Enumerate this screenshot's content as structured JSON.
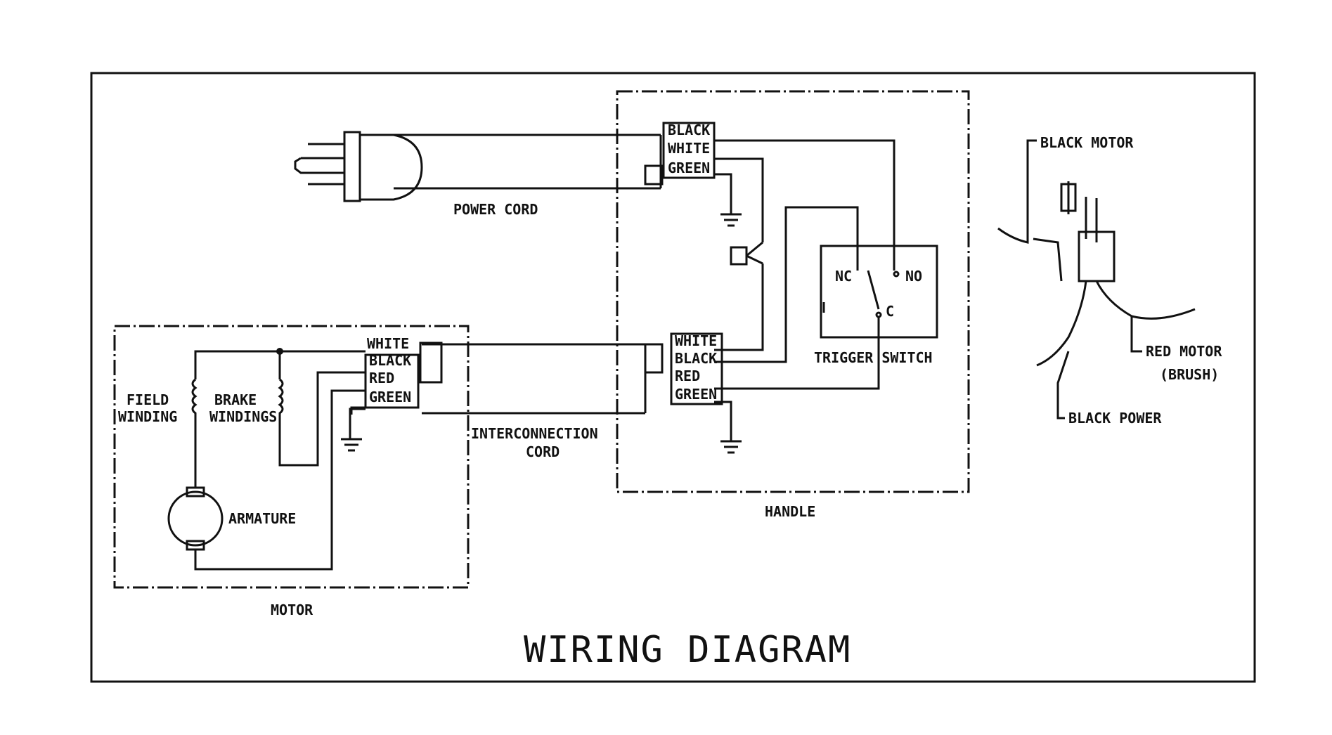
{
  "diagram": {
    "title": "WIRING DIAGRAM",
    "sections": {
      "power_cord": "POWER CORD",
      "handle": "HANDLE",
      "motor": "MOTOR",
      "interconnection_cord": [
        "INTERCONNECTION",
        "CORD"
      ],
      "trigger_switch": "TRIGGER SWITCH"
    },
    "power_cord_wires": [
      "BLACK",
      "WHITE",
      "GREEN"
    ],
    "handle_wires": [
      "WHITE",
      "BLACK",
      "RED",
      "GREEN"
    ],
    "motor_wires": [
      "WHITE",
      "BLACK",
      "RED",
      "GREEN"
    ],
    "switch_terminals": {
      "nc": "NC",
      "no": "NO",
      "c": "C"
    },
    "motor_parts": {
      "field_windings": [
        "FIELD",
        "WINDING"
      ],
      "brake_windings": [
        "BRAKE",
        "WINDINGS"
      ],
      "armature": "ARMATURE"
    },
    "detail_labels": {
      "black_motor": "BLACK MOTOR",
      "red_motor": [
        "RED MOTOR",
        "(BRUSH)"
      ],
      "black_power": "BLACK POWER"
    }
  }
}
